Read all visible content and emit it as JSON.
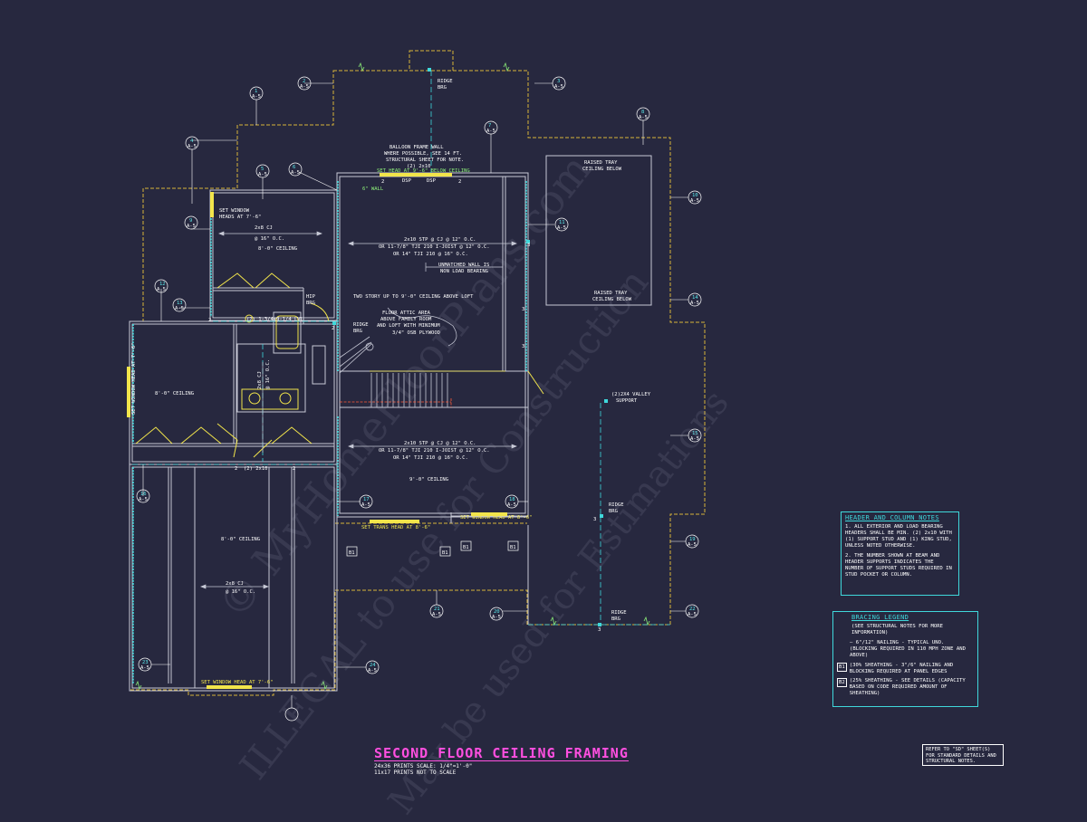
{
  "title": {
    "main": "SECOND FLOOR CEILING FRAMING",
    "scale_line1": "24x36 PRINTS SCALE: 1/4\"=1'-0\"",
    "scale_line2": "11x17 PRINTS NOT TO SCALE"
  },
  "watermark": {
    "line1": "© MyHomeFloorPlans.com",
    "line2": "ILLEGAL to use for Construction",
    "line3": "May be used for Estimations"
  },
  "ref_note": "REFER TO \"SD\" SHEET(S) FOR STANDARD DETAILS AND STRUCTURAL NOTES.",
  "header_notes": {
    "title": "HEADER AND COLUMN NOTES",
    "note1": "1. ALL EXTERIOR AND LOAD BEARING HEADERS SHALL BE MIN. (2) 2x10 WITH (1) SUPPORT STUD AND (1) KING STUD, UNLESS NOTED OTHERWISE.",
    "note2": "2. THE NUMBER SHOWN AT BEAM AND HEADER SUPPORTS INDICATES THE NUMBER OF SUPPORT STUDS REQUIRED IN STUD POCKET OR COLUMN."
  },
  "bracing_legend": {
    "title": "BRACING LEGEND",
    "subtitle": "(SEE STRUCTURAL NOTES FOR MORE INFORMATION)",
    "item1": "— 6\"/12\" NAILING - TYPICAL UNO. (BLOCKING REQUIRED IN 110 MPH ZONE AND ABOVE)",
    "item2_tag": "B1",
    "item2": "(30% SHEATHING - 3\"/6\" NAILING AND BLOCKING REQUIRED AT PANEL EDGES",
    "item3_tag": "B2",
    "item3": "(25% SHEATHING - SEE DETAILS (CAPACITY BASED ON CODE REQUIRED AMOUNT OF SHEATHING)"
  },
  "labels": {
    "ridge_brg_top": [
      "RIDGE",
      "BRG"
    ],
    "balloon": [
      "BALLOON FRAME WALL",
      "WHERE POSSIBLE, SEE 14 FT.",
      "STRUCTURAL SHEET FOR NOTE.",
      "(2) 2x10"
    ],
    "set_head_top": "SET HEAD AT 9'-6\" BELOW CEILING",
    "dsp1": "DSP",
    "dsp2": "DSP",
    "six_wall": "6\" WALL",
    "set_window_heads": [
      "SET WINDOW",
      "HEADS AT 7'-6\""
    ],
    "cj_upper_left": [
      "2x8 CJ",
      "@ 16\" O.C."
    ],
    "ceiling_8_upper": "8'-0\" CEILING",
    "joist_upper": [
      "2x10 STP @ CJ @ 12\" O.C.",
      "OR 11-7/8\" TJI 210 I-JOIST @ 12\" O.C.",
      "OR 14\" TJI 210 @ 16\" O.C."
    ],
    "unmatched": [
      "UNMATCHED WALL IS",
      "NON LOAD BEARING"
    ],
    "two_story": "TWO STORY UP TO 9'-0\" CEILING ABOVE LOFT",
    "attic": [
      "FLOOR ATTIC AREA",
      "ABOVE FAMILY ROOM",
      "AND LOFT WITH MINIMUM",
      "3/4\" OSB PLYWOOD"
    ],
    "lvl": "(2) 1-3/4x9-1/4 LVL",
    "ridge_brg_mid": [
      "RIDGE",
      "BRG"
    ],
    "hip_brg": [
      "HIP",
      "BRG"
    ],
    "ceiling_8_left": "8'-0\" CEILING",
    "set_window_left": "SET WINDOW HEAD AT 7'-6\"",
    "cj_mid": [
      "2x8 CJ",
      "@ 16\" O.C."
    ],
    "raised_tray_top": [
      "RAISED TRAY",
      "CEILING BELOW"
    ],
    "raised_tray_bottom": [
      "RAISED TRAY",
      "CEILING BELOW"
    ],
    "valley_support": [
      "(2)2X4 VALLEY",
      "SUPPORT"
    ],
    "joist_lower": [
      "2x10 STP @ CJ @ 12\" O.C.",
      "OR 11-7/8\" TJI 210 I-JOIST @ 12\" O.C.",
      "OR 14\" TJI 210 @ 16\" O.C."
    ],
    "ceiling_9": "9'-0\" CEILING",
    "header_2x10": "(2) 2x10",
    "set_trans_head": "SET TRANS HEAD AT 8'-6\"",
    "set_window_right": "SET WINDOW HEAD AT 8'-6\"",
    "ridge_brg_right": [
      "RIDGE",
      "BRG"
    ],
    "ceiling_8_garage": "8'-0\" CEILING",
    "cj_garage": [
      "2x8 CJ",
      "@ 16\" O.C."
    ],
    "set_window_bottom": "SET WINDOW HEAD AT 7'-6\"",
    "ridge_brg_bottom": [
      "RIDGE",
      "BRG"
    ],
    "b1_tags": [
      "B1",
      "B1",
      "B1",
      "B1"
    ],
    "section_ref": "A-5",
    "section_numbers": [
      "1",
      "2",
      "3",
      "4",
      "5",
      "6",
      "7",
      "8",
      "9",
      "10",
      "11",
      "12",
      "13",
      "14",
      "15",
      "16",
      "17",
      "18",
      "19",
      "20",
      "21",
      "22",
      "23",
      "24"
    ],
    "stud_counts": [
      "2",
      "2",
      "2",
      "3",
      "3",
      "3",
      "2",
      "2",
      "3",
      "2",
      "3"
    ]
  },
  "colors": {
    "background": "#27283f",
    "wall": "#c7c9d6",
    "dashed_roof": "#d7b43a",
    "cyan": "#3fd8db",
    "green": "#8ef27a",
    "yellow": "#f2e54b",
    "magenta": "#ff4fe0",
    "stair_red": "#ff5a3a"
  }
}
